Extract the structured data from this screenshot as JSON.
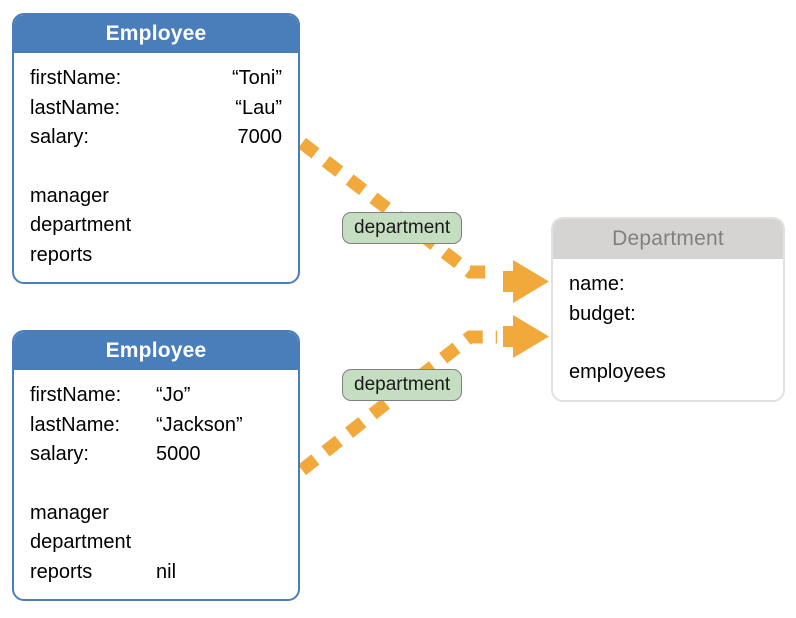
{
  "diagram": {
    "title": "Employee to Department object relationship diagram",
    "colors": {
      "employee_header_bg": "#4a7ebb",
      "employee_header_text": "#ffffff",
      "department_header_bg": "#d6d4d2",
      "department_header_text": "#808080",
      "arrow": "#f2a93b",
      "relation_label_bg": "#c5ddc0",
      "relation_label_border": "#808080",
      "background": "#ffffff"
    },
    "objects": [
      {
        "id": "employee-toni",
        "header": "Employee",
        "header_style": "blue",
        "value_align": "right",
        "rows": [
          {
            "key": "firstName:",
            "value": "“Toni”"
          },
          {
            "key": "lastName:",
            "value": "“Lau”"
          },
          {
            "key": "salary:",
            "value": "7000"
          },
          {
            "key": "",
            "value": ""
          },
          {
            "key": "manager",
            "value": ""
          },
          {
            "key": "department",
            "value": ""
          },
          {
            "key": "reports",
            "value": ""
          }
        ]
      },
      {
        "id": "employee-jo",
        "header": "Employee",
        "header_style": "blue",
        "value_align": "left",
        "rows": [
          {
            "key": "firstName:",
            "value": "“Jo”"
          },
          {
            "key": "lastName:",
            "value": "“Jackson”"
          },
          {
            "key": "salary:",
            "value": "5000"
          },
          {
            "key": "",
            "value": ""
          },
          {
            "key": "manager",
            "value": ""
          },
          {
            "key": "department",
            "value": ""
          },
          {
            "key": "reports",
            "value": "nil"
          }
        ]
      },
      {
        "id": "department",
        "header": "Department",
        "header_style": "gray",
        "value_align": "left",
        "rows": [
          {
            "key": "name:",
            "value": ""
          },
          {
            "key": "budget:",
            "value": ""
          },
          {
            "key": "",
            "value": ""
          },
          {
            "key": "employees",
            "value": ""
          }
        ]
      }
    ],
    "relations": [
      {
        "id": "rel-top",
        "label": "department",
        "from": "employee-toni",
        "to": "department"
      },
      {
        "id": "rel-bottom",
        "label": "department",
        "from": "employee-jo",
        "to": "department"
      }
    ]
  }
}
